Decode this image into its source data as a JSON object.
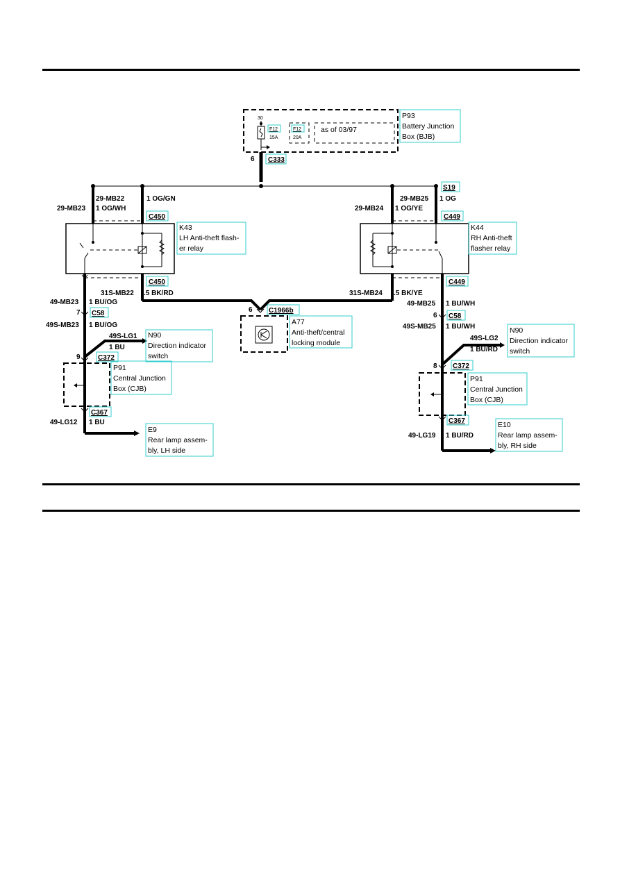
{
  "bjb": {
    "pin_30": "30",
    "fuse_a_id": "F12",
    "fuse_a_rating": "15A",
    "fuse_b_id": "F12",
    "fuse_b_rating": "20A",
    "as_of": "as of 03/97",
    "id": "P93",
    "name_line1": "Battery Junction",
    "name_line2": "Box (BJB)",
    "pin_6": "6",
    "connector": "C333"
  },
  "splice": "S19",
  "lh_relay": {
    "id": "K43",
    "line1": "LH Anti-theft flash-",
    "line2": "er relay",
    "connector_top": "C450",
    "connector_bottom": "C450",
    "wire_a_circuit": "29-MB23",
    "wire_a_color": "1 OG/WH",
    "wire_b_circuit": "29-MB22",
    "wire_b_color": "1 OG/GN",
    "out_circuit": "49-MB23",
    "out_color": "1 BU/OG",
    "mod_circuit": "31S-MB22",
    "mod_color": ".5 BK/RD"
  },
  "rh_relay": {
    "id": "K44",
    "line1": "RH Anti-theft",
    "line2": "flasher relay",
    "connector_top": "C449",
    "connector_bottom": "C449",
    "wire_a_circuit": "29-MB24",
    "wire_a_color": "1 OG/YE",
    "wire_b_circuit": "29-MB25",
    "wire_b_color": "1 OG",
    "out_circuit": "49-MB25",
    "out_color": "1 BU/WH",
    "mod_circuit": "31S-MB24",
    "mod_color": ".5 BK/YE"
  },
  "module": {
    "pin": "6",
    "connector": "C1966b",
    "id": "A77",
    "line1": "Anti-theft/central",
    "line2": "locking module"
  },
  "lh_lower": {
    "c58_pin": "7",
    "c58": "C58",
    "s_circuit": "49S-MB23",
    "s_color": "1 BU/OG",
    "lg_circuit": "49S-LG1",
    "lg_color": "1 BU",
    "switch_id": "N90",
    "switch_line1": "Direction indicator",
    "switch_line2": "switch",
    "c372_pin": "9",
    "c372": "C372",
    "cjb_id": "P91",
    "cjb_line1": "Central Junction",
    "cjb_line2": "Box (CJB)",
    "c367": "C367",
    "lamp_circuit": "49-LG12",
    "lamp_color": "1 BU",
    "lamp_id": "E9",
    "lamp_line1": "Rear lamp assem-",
    "lamp_line2": "bly, LH side"
  },
  "rh_lower": {
    "c58_pin": "6",
    "c58": "C58",
    "s_circuit": "49S-MB25",
    "s_color": "1 BU/WH",
    "lg_circuit": "49S-LG2",
    "lg_color": "1 BU/RD",
    "switch_id": "N90",
    "switch_line1": "Direction indicator",
    "switch_line2": "switch",
    "c372_pin": "8",
    "c372": "C372",
    "cjb_id": "P91",
    "cjb_line1": "Central Junction",
    "cjb_line2": "Box (CJB)",
    "c367": "C367",
    "lamp_circuit": "49-LG19",
    "lamp_color": "1 BU/RD",
    "lamp_id": "E10",
    "lamp_line1": "Rear lamp assem-",
    "lamp_line2": "bly, RH side"
  }
}
